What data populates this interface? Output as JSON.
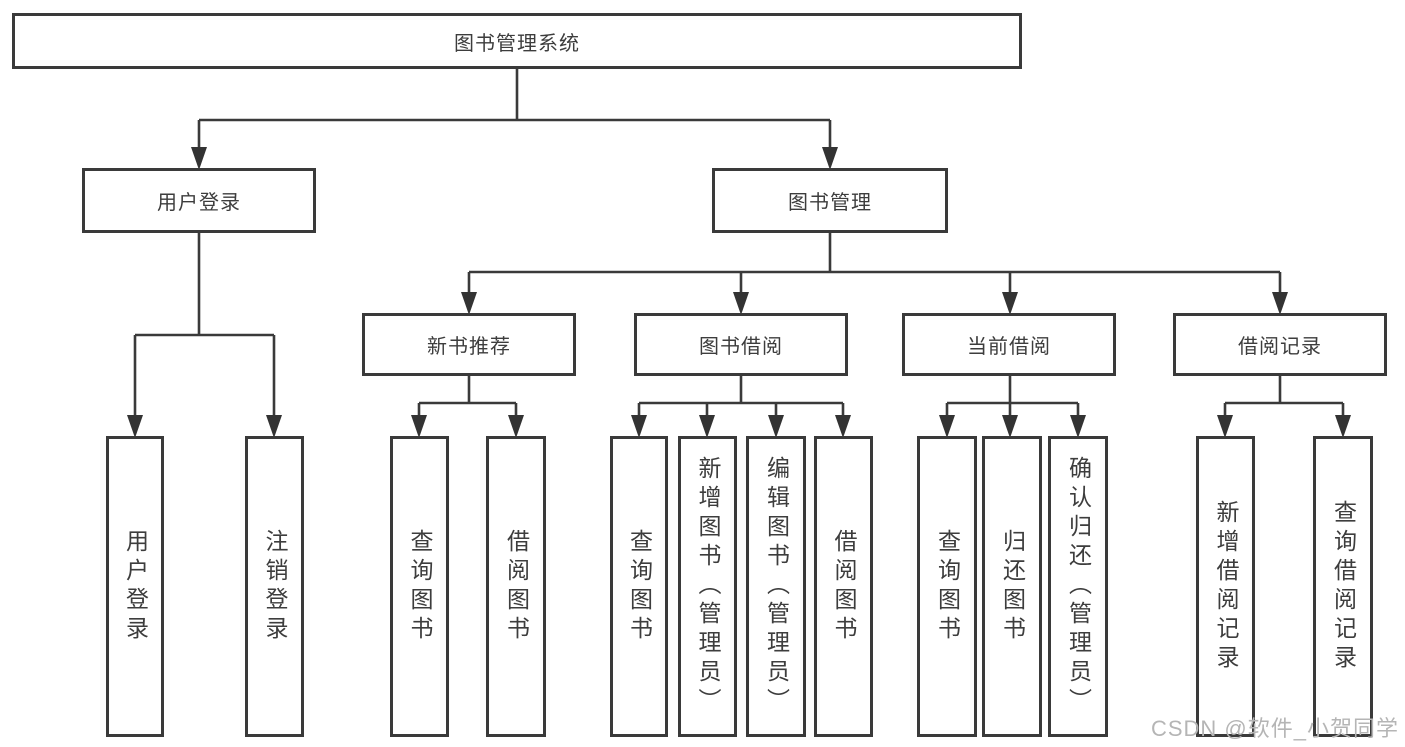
{
  "diagram_type": "hierarchy-tree",
  "colors": {
    "line": "#3a3a3a",
    "box_border": "#3a3a3a",
    "text": "#3d3d3d",
    "watermark": "#b5b5b5",
    "background": "#ffffff"
  },
  "tree": {
    "label": "图书管理系统",
    "children": [
      {
        "label": "用户登录",
        "children": [
          {
            "label": "用户登录"
          },
          {
            "label": "注销登录"
          }
        ]
      },
      {
        "label": "图书管理",
        "children": [
          {
            "label": "新书推荐",
            "children": [
              {
                "label": "查询图书"
              },
              {
                "label": "借阅图书"
              }
            ]
          },
          {
            "label": "图书借阅",
            "children": [
              {
                "label": "查询图书"
              },
              {
                "label": "新增图书（管理员）"
              },
              {
                "label": "编辑图书（管理员）"
              },
              {
                "label": "借阅图书"
              }
            ]
          },
          {
            "label": "当前借阅",
            "children": [
              {
                "label": "查询图书"
              },
              {
                "label": "归还图书"
              },
              {
                "label": "确认归还（管理员）"
              }
            ]
          },
          {
            "label": "借阅记录",
            "children": [
              {
                "label": "新增借阅记录"
              },
              {
                "label": "查询借阅记录"
              }
            ]
          }
        ]
      }
    ]
  },
  "watermark": {
    "text": "CSDN @软件_小贺同学"
  }
}
